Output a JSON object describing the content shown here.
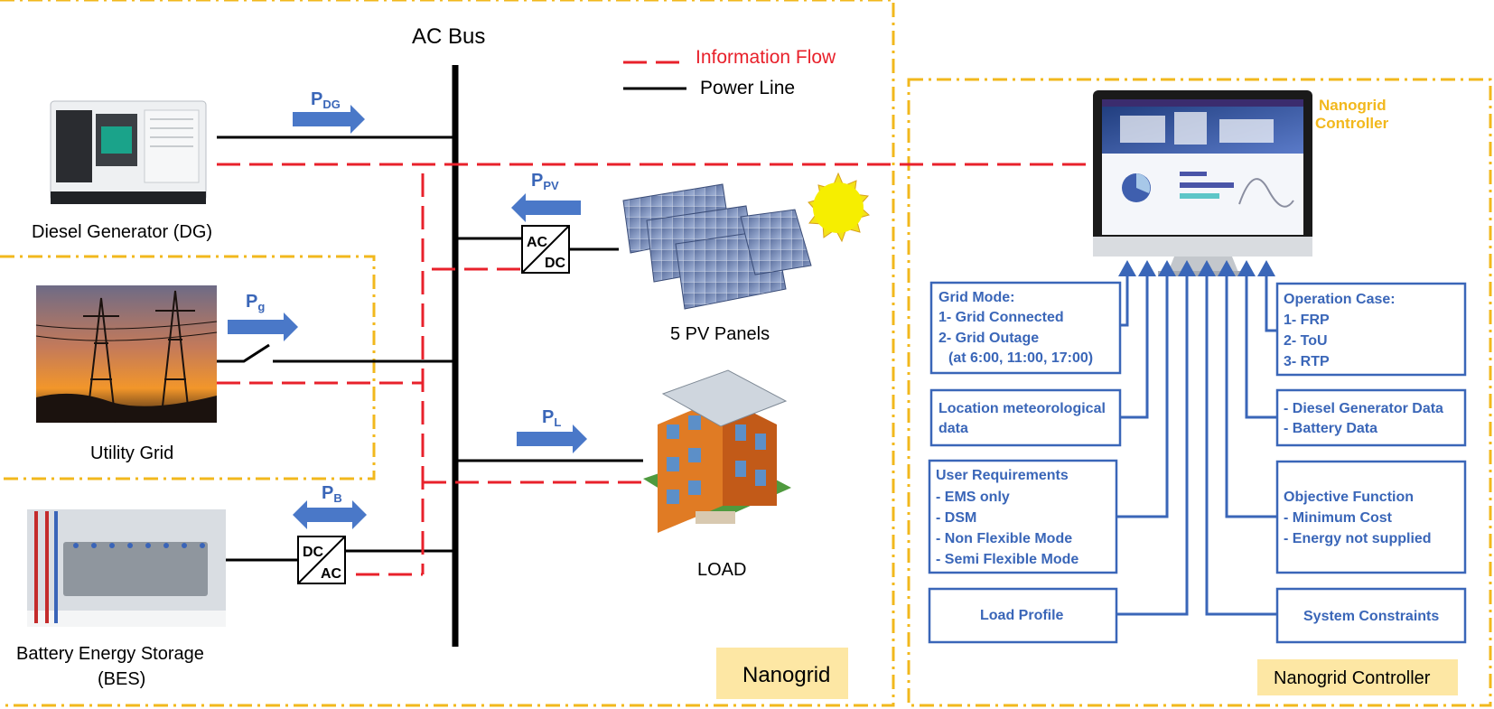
{
  "diagram": {
    "ac_bus": "AC Bus",
    "legend": {
      "info_flow": "Information Flow",
      "power_line": "Power Line"
    },
    "sources": {
      "dg_label": "Diesel Generator (DG)",
      "grid_label": "Utility Grid",
      "bes_label_1": "Battery Energy Storage",
      "bes_label_2": "(BES)",
      "pv_label": "5 PV Panels",
      "load_label": "LOAD"
    },
    "flows": {
      "p_dg": {
        "main": "P",
        "sub": "DG"
      },
      "p_pv": {
        "main": "P",
        "sub": "PV"
      },
      "p_g": {
        "main": "P",
        "sub": "g"
      },
      "p_l": {
        "main": "P",
        "sub": "L"
      },
      "p_b": {
        "main": "P",
        "sub": "B"
      }
    },
    "converters": {
      "acdc_top": "AC",
      "acdc_bottom": "DC",
      "dcac_top": "DC",
      "dcac_bottom": "AC"
    },
    "nanogrid_tag": "Nanogrid",
    "controller_tag": "Nanogrid Controller",
    "controller_label_1": "Nanogrid",
    "controller_label_2": "Controller",
    "inputs": {
      "grid_mode": [
        "Grid Mode:",
        "1- Grid Connected",
        "2- Grid Outage",
        "(at 6:00, 11:00, 17:00)"
      ],
      "location": [
        "Location meteorological",
        "data"
      ],
      "user_req": [
        "User Requirements",
        "- EMS only",
        "- DSM",
        "- Non Flexible Mode",
        "- Semi Flexible Mode"
      ],
      "load_profile": "Load Profile",
      "operation_case": [
        "Operation Case:",
        "1- FRP",
        "2- ToU",
        "3- RTP"
      ],
      "dg_battery": [
        "- Diesel Generator Data",
        "- Battery Data"
      ],
      "objective": [
        "Objective Function",
        "- Minimum Cost",
        "- Energy not supplied"
      ],
      "constraints": "System Constraints"
    },
    "colors": {
      "accent_blue": "#3a66b8",
      "arrow_blue": "#4a78c8",
      "info_red": "#e8212b",
      "frame_yellow": "#f2b81d",
      "tag_fill": "#fde7a4"
    }
  }
}
